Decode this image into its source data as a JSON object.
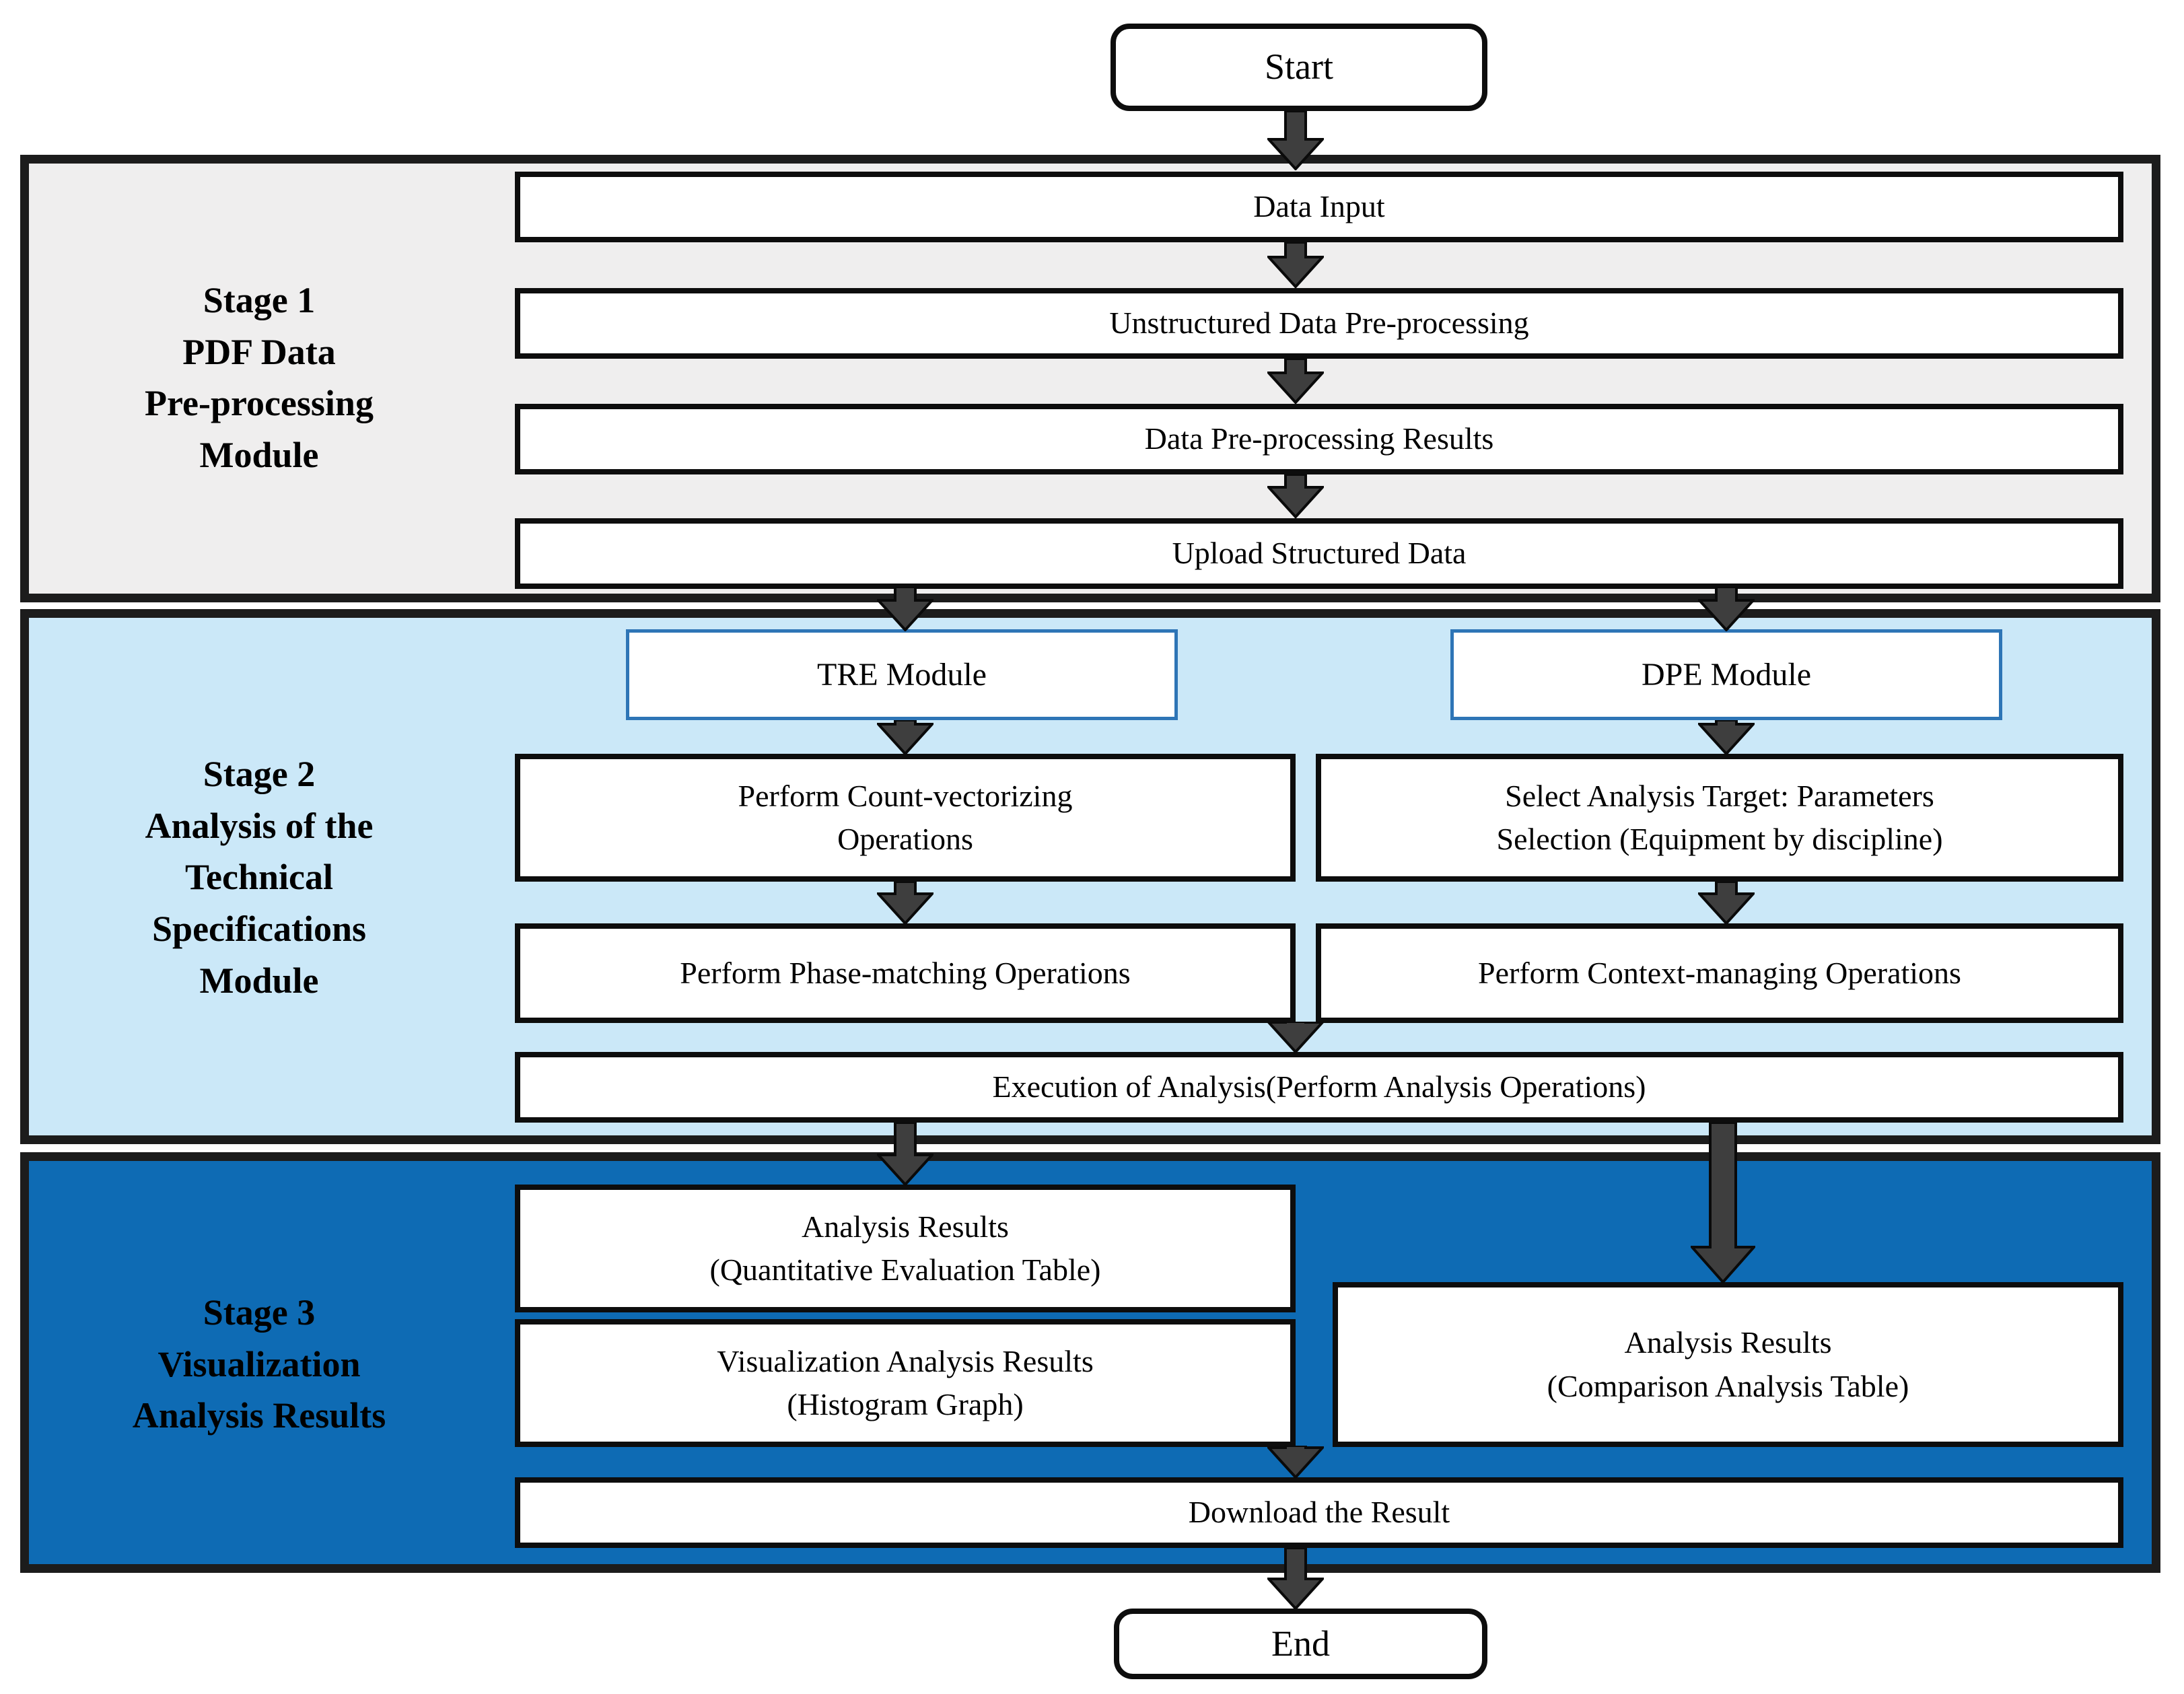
{
  "flow": {
    "start_label": "Start",
    "end_label": "End"
  },
  "stage1": {
    "label": "Stage 1\nPDF Data\nPre-processing\nModule",
    "boxes": [
      "Data Input",
      "Unstructured Data Pre-processing",
      "Data Pre-processing Results",
      "Upload Structured Data"
    ]
  },
  "stage2": {
    "label": "Stage 2\nAnalysis of the\nTechnical\nSpecifications\nModule",
    "tre_module": "TRE Module",
    "dpe_module": "DPE Module",
    "left_column": [
      "Perform Count-vectorizing\nOperations",
      "Perform Phase-matching Operations"
    ],
    "right_column": [
      "Select Analysis Target: Parameters\nSelection (Equipment by discipline)",
      "Perform Context-managing Operations"
    ],
    "execution": "Execution of Analysis(Perform Analysis Operations)"
  },
  "stage3": {
    "label": "Stage 3\nVisualization\nAnalysis Results",
    "left_boxes": [
      "Analysis Results\n(Quantitative Evaluation Table)",
      "Visualization Analysis Results\n(Histogram Graph)"
    ],
    "right_box": "Analysis Results\n(Comparison Analysis Table)",
    "download": "Download the Result"
  },
  "colors": {
    "stage1_bg": "#efeeee",
    "stage2_bg": "#cbe8f8",
    "stage3_bg": "#0e6bb4",
    "module_border": "#2e75b6",
    "box_border": "#0d0d0d",
    "border_dark": "#1c1c1c",
    "arrow_fill": "#3e3e3e"
  }
}
